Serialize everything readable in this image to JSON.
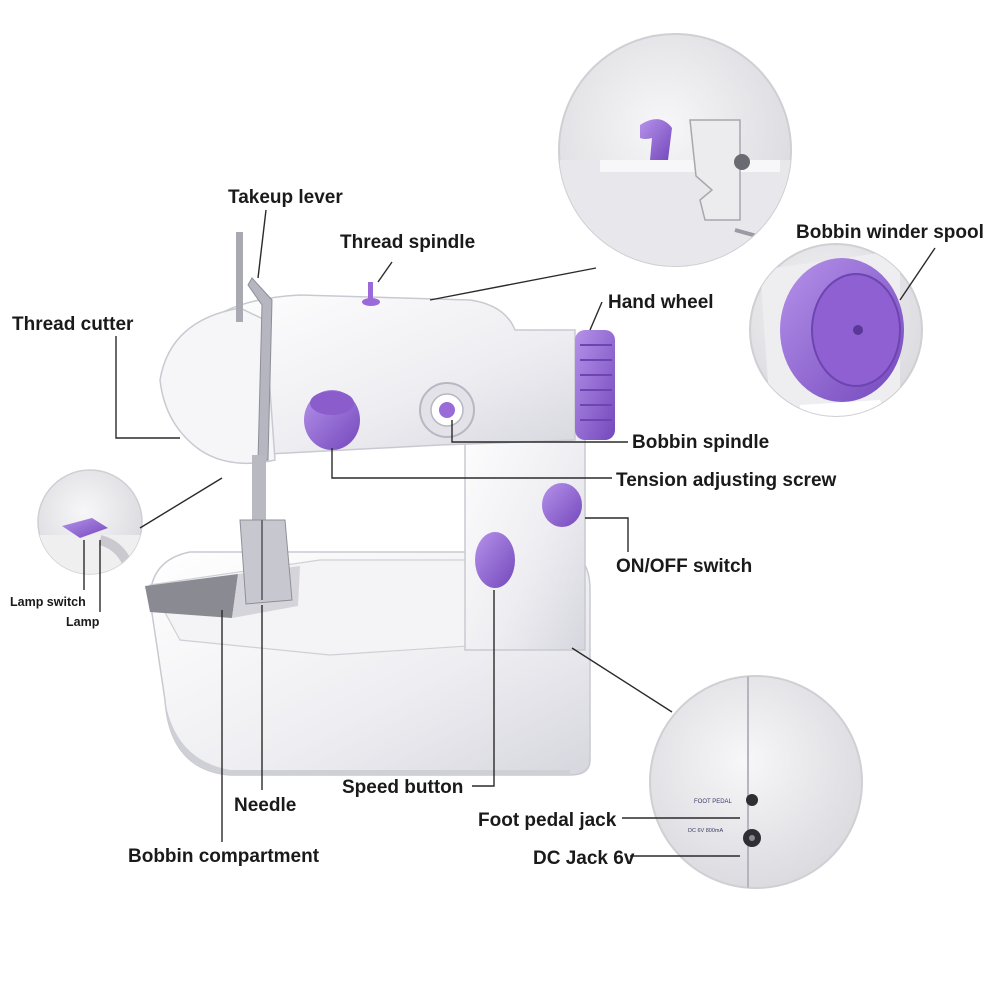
{
  "colors": {
    "body": "#f3f3f6",
    "body_shadow": "#dcdce2",
    "accent": "#9a6ad8",
    "accent_dark": "#6e44b0",
    "text": "#1a1a1a",
    "line": "#2a2a2a"
  },
  "labels": {
    "takeup_lever": "Takeup lever",
    "thread_spindle": "Thread spindle",
    "thread_cutter": "Thread cutter",
    "hand_wheel": "Hand wheel",
    "bobbin_winder_spool": "Bobbin winder spool",
    "bobbin_spindle": "Bobbin spindle",
    "tension_adjusting_screw": "Tension adjusting screw",
    "on_off_switch": "ON/OFF switch",
    "lamp_switch": "Lamp switch",
    "lamp": "Lamp",
    "speed_button": "Speed button",
    "needle": "Needle",
    "foot_pedal_jack": "Foot pedal jack",
    "bobbin_compartment": "Bobbin compartment",
    "dc_jack": "DC Jack 6v"
  },
  "insets": {
    "jack_panel": {
      "foot_pedal_text": "FOOT PEDAL",
      "dc_text": "DC 6V 800mA"
    }
  }
}
